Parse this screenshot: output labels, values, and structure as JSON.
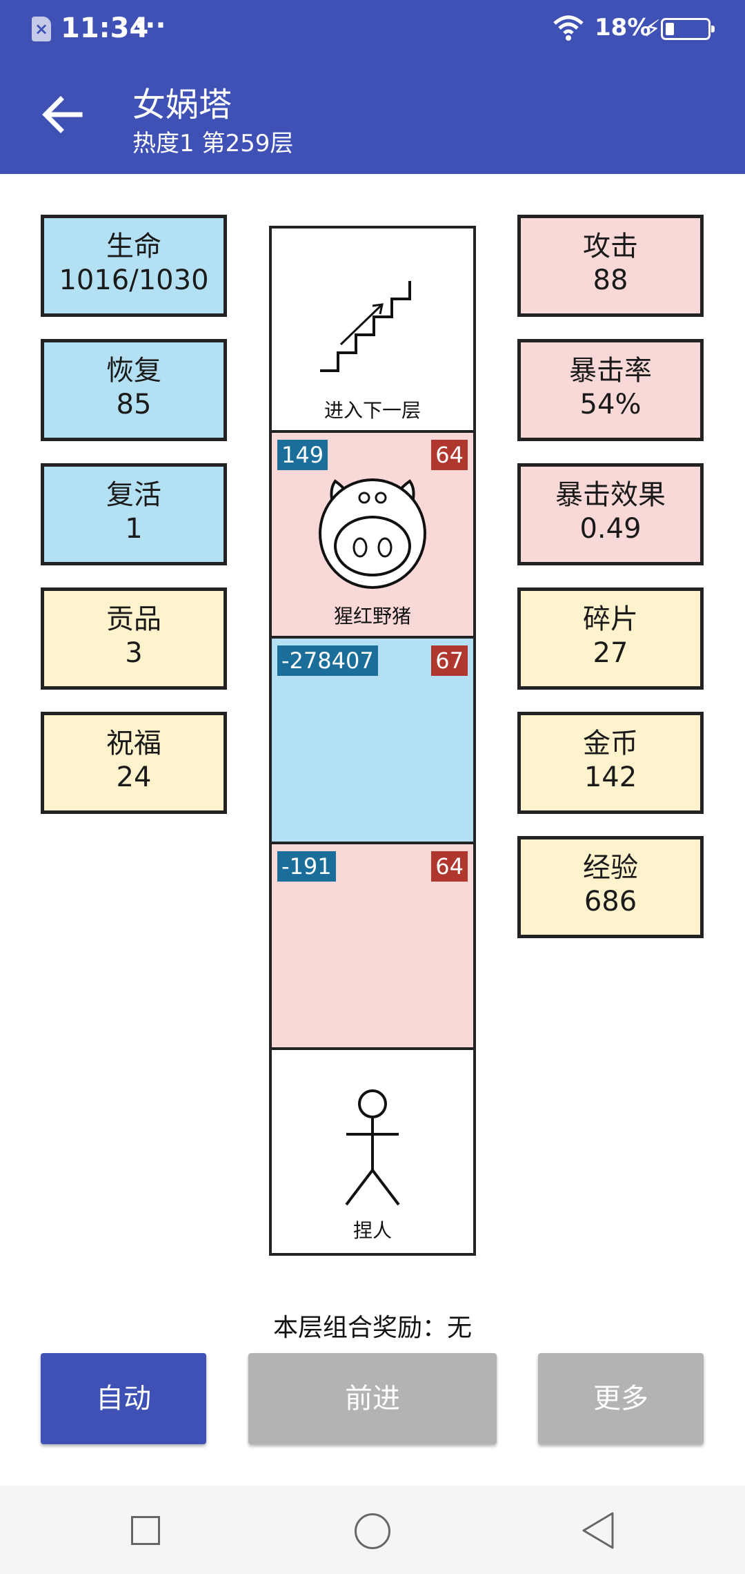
{
  "status_bar": {
    "time": "11:34",
    "dots": "···",
    "battery": "18%"
  },
  "appbar": {
    "title": "女娲塔",
    "subtitle": "热度1 第259层"
  },
  "left_stats": [
    {
      "label": "生命",
      "value": "1016/1030"
    },
    {
      "label": "恢复",
      "value": "85"
    },
    {
      "label": "复活",
      "value": "1"
    },
    {
      "label": "贡品",
      "value": "3"
    },
    {
      "label": "祝福",
      "value": "24"
    }
  ],
  "right_stats": [
    {
      "label": "攻击",
      "value": "88"
    },
    {
      "label": "暴击率",
      "value": "54%"
    },
    {
      "label": "暴击效果",
      "value": "0.49"
    },
    {
      "label": "碎片",
      "value": "27"
    },
    {
      "label": "金币",
      "value": "142"
    },
    {
      "label": "经验",
      "value": "686"
    }
  ],
  "tower": {
    "stairs": {
      "name": "进入下一层"
    },
    "enemy": {
      "name": "猩红野猪",
      "left_tag": "149",
      "right_tag": "64"
    },
    "cell2": {
      "left_tag": "-278407",
      "right_tag": "67"
    },
    "cell3": {
      "left_tag": "-191",
      "right_tag": "64"
    },
    "player": {
      "name": "捏人"
    }
  },
  "reward": "本层组合奖励：无",
  "buttons": {
    "auto": "自动",
    "forward": "前进",
    "more": "更多"
  },
  "colors": {
    "primary": "#3f51b5",
    "stat_blue": "#b3e0f2",
    "stat_pink": "#f9d9d7",
    "stat_yellow": "#fff3cd"
  }
}
